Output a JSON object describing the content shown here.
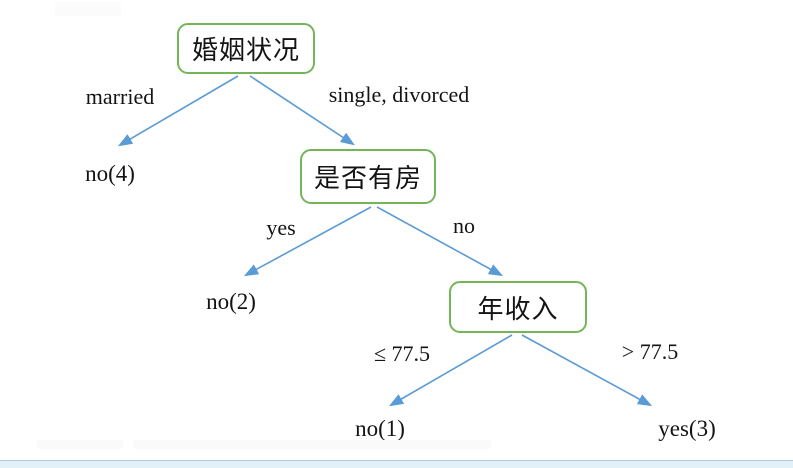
{
  "diagram": {
    "type": "decision-tree",
    "nodes": {
      "marital_status": {
        "label": "婚姻状况"
      },
      "owns_house": {
        "label": "是否有房"
      },
      "annual_income": {
        "label": "年收入"
      }
    },
    "edge_labels": {
      "married": "married",
      "single_divorced": "single, divorced",
      "yes": "yes",
      "no": "no",
      "income_le": "≤ 77.5",
      "income_gt": "> 77.5"
    },
    "leaves": {
      "no4": "no(4)",
      "no2": "no(2)",
      "no1": "no(1)",
      "yes3": "yes(3)"
    },
    "colors": {
      "node_border": "#74b657",
      "arrow": "#5b9bd5",
      "text": "#141414",
      "bottom_bar_fill": "#e2f0f8",
      "bottom_bar_line": "#abcfdf"
    }
  }
}
